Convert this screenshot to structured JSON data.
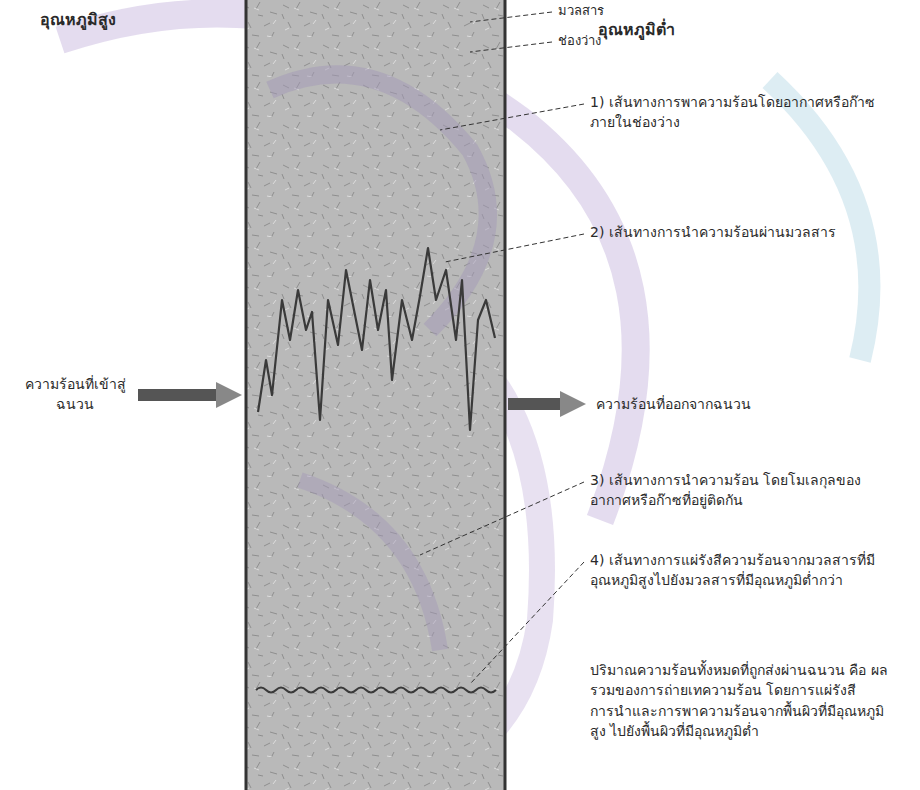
{
  "diagram": {
    "labels": [
      "อุณหภูมิสูง",
      "มวลสาร",
      "ช่องว่าง",
      "อุณหภูมิต่ำ",
      "1) เส้นทางการพาความร้อนโดยอากาศหรือก๊าซภายในช่องว่าง",
      "2) เส้นทางการนำความร้อนผ่านมวลสาร",
      "ความร้อนที่เข้าสู่ฉนวน",
      "ความร้อนที่ออกจากฉนวน",
      "3) เส้นทางการนำความร้อน โดยโมเลกุลของอากาศหรือก๊าซที่อยู่ติดกัน",
      "4) เส้นทางการแผ่รังสีความร้อนจากมวลสารที่มีอุณหภูมิสูงไปยังมวลสารที่มีอุณหภูมิต่ำกว่า",
      "ปริมาณความร้อนทั้งหมดที่ถูกส่งผ่านฉนวน คือ ผลรวมของการถ่ายเทความร้อน โดยการแผ่รังสี การนำและการพาความร้อนจากพื้นผิวที่มีอุณหภูมิสูง ไปยังพื้นผิวที่มีอุณหภูมิต่ำ"
    ]
  }
}
